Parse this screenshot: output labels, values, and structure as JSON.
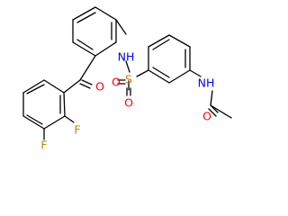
{
  "molecule": {
    "atom_labels": {
      "nh_left": "NH",
      "s": "S",
      "o_sulfonyl_top": "O",
      "o_sulfonyl_bottom": "O",
      "o_ketone": "O",
      "f_ortho": "F",
      "f_meta": "F",
      "nh_right": "NH",
      "o_amide": "O"
    },
    "colors": {
      "bond": "#000000",
      "nitrogen": "#0000ff",
      "oxygen": "#ff0000",
      "sulfur": "#b8860b",
      "fluorine": "#b8860b"
    }
  }
}
